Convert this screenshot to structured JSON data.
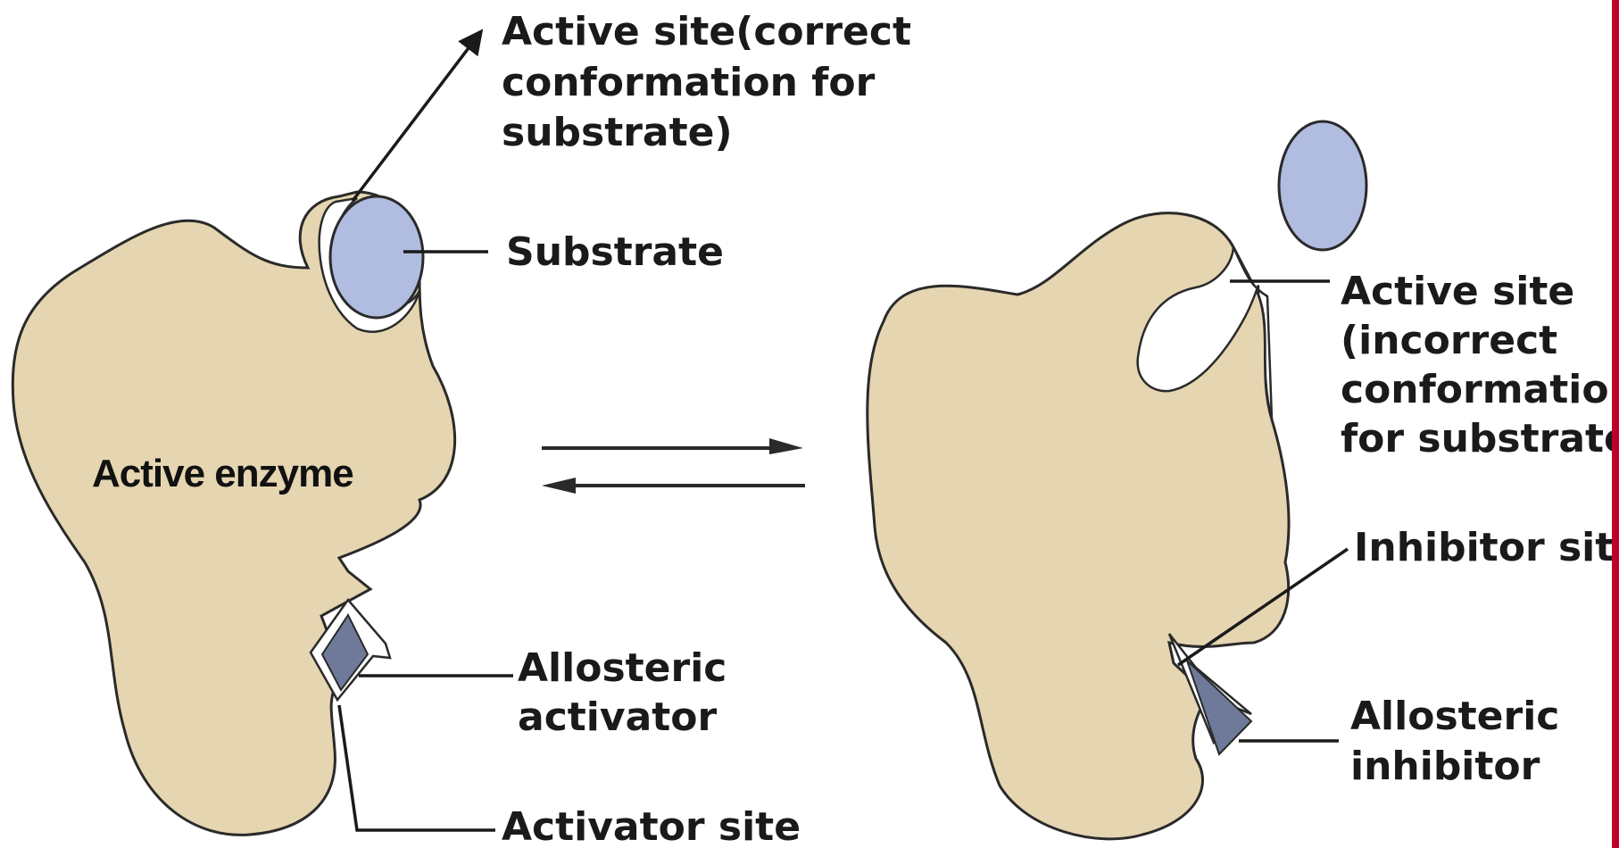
{
  "colors": {
    "enzyme_fill": "#e5d5b0",
    "enzyme_stroke": "#2a2a2a",
    "substrate_fill": "#b0bce0",
    "effector_fill": "#6f7a9a",
    "edge_bar": "#c0002a"
  },
  "left_enzyme": {
    "name": "Active enzyme",
    "active_site_label": [
      "Active site(correct",
      "conformation for",
      "substrate)"
    ],
    "substrate_label": "Substrate",
    "activator_label": [
      "Allosteric",
      "activator"
    ],
    "activator_site_label": "Activator site"
  },
  "right_enzyme": {
    "active_site_label": [
      "Active site",
      "(incorrect",
      "conformation",
      "for substrate)"
    ],
    "inhibitor_site_label": "Inhibitor site",
    "inhibitor_label": [
      "Allosteric",
      "inhibitor"
    ]
  }
}
